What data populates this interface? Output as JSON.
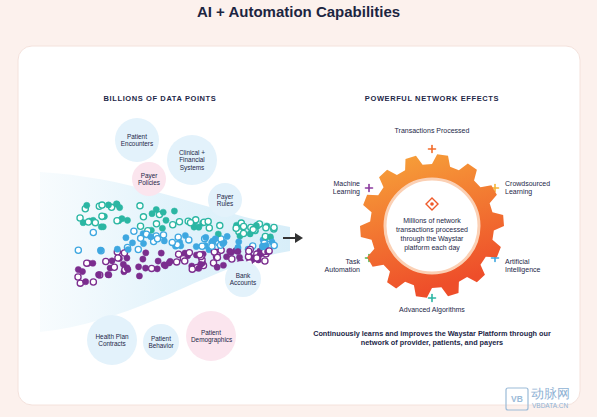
{
  "diagram": {
    "title": "AI + Automation Capabilities",
    "nodes": [
      {
        "text": [
          "Patient Encounters"
        ]
      },
      {
        "text": [
          "Payer Policies"
        ]
      },
      {
        "text": [
          "Clinical + Financial Systems"
        ]
      },
      {
        "text": [
          "Payer Rules"
        ]
      },
      {
        "text": [
          "Bank Accounts"
        ]
      },
      {
        "text": [
          "Health Plan Contracts"
        ]
      },
      {
        "text": [
          "Patient Behavior"
        ]
      },
      {
        "text": [
          "Patient Demographics"
        ]
      },
      {
        "text": [
          "Millions of network transactions processed through the Waystar platform each day"
        ]
      }
    ],
    "labels": [
      "BILLIONS OF DATA POINTS",
      "POWERFUL NETWORK EFFECTS",
      "Transactions Processed",
      "Machine Learning",
      "Crowdsourced Learning",
      "Task Automation",
      "Artificial Intelligence",
      "Advanced Algorithms",
      "Continuously learns and improves the Waystar Platform through our network of provider, patients, and payers",
      "VB",
      "动脉网",
      "VBDATA.CN"
    ]
  }
}
